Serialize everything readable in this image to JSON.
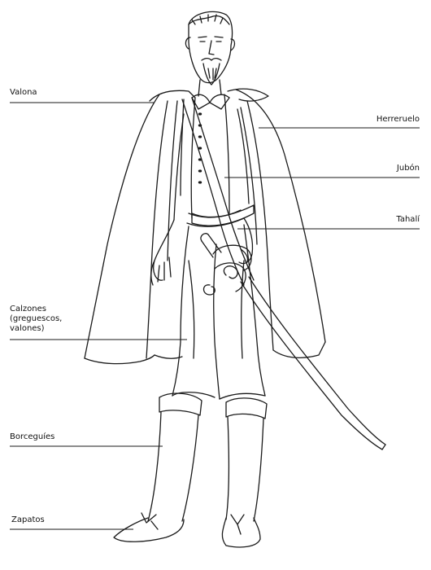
{
  "labels": {
    "valona": "Valona",
    "herreruelo": "Herreruelo",
    "jubon": "Jubón",
    "tahali": "Tahalí",
    "calzones": "Calzones\n(greguescos,\nvalones)",
    "borceguies": "Borceguíes",
    "zapatos": "Zapatos"
  },
  "colors": {
    "ink": "#1a1a1a",
    "background": "#ffffff"
  }
}
